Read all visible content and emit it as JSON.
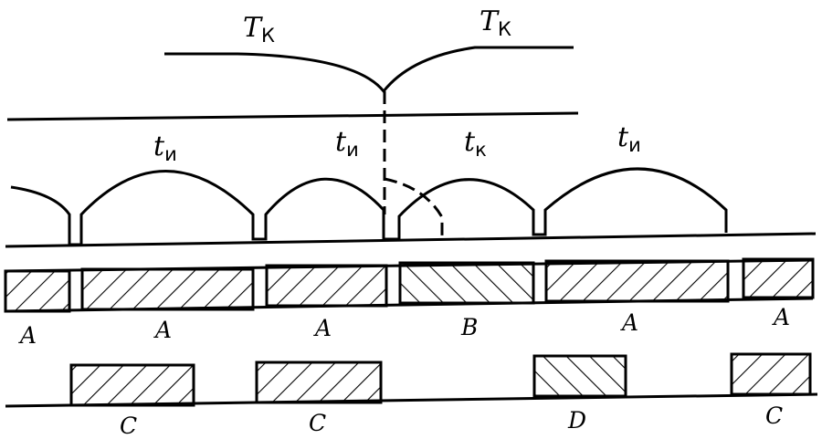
{
  "top_row": {
    "left_label": {
      "main": "T",
      "sub": "К"
    },
    "right_label": {
      "main": "T",
      "sub": "К"
    }
  },
  "arc_row": {
    "labels": [
      {
        "main": "t",
        "sub": "и"
      },
      {
        "main": "t",
        "sub": "и"
      },
      {
        "main": "t",
        "sub": "к"
      },
      {
        "main": "t",
        "sub": "и"
      }
    ]
  },
  "block_row": {
    "labels": [
      "A",
      "A",
      "A",
      "B",
      "A",
      "A"
    ]
  },
  "bottom_row": {
    "labels": [
      "C",
      "C",
      "D",
      "C"
    ]
  },
  "colors": {
    "ink": "#000000",
    "background": "#ffffff"
  }
}
